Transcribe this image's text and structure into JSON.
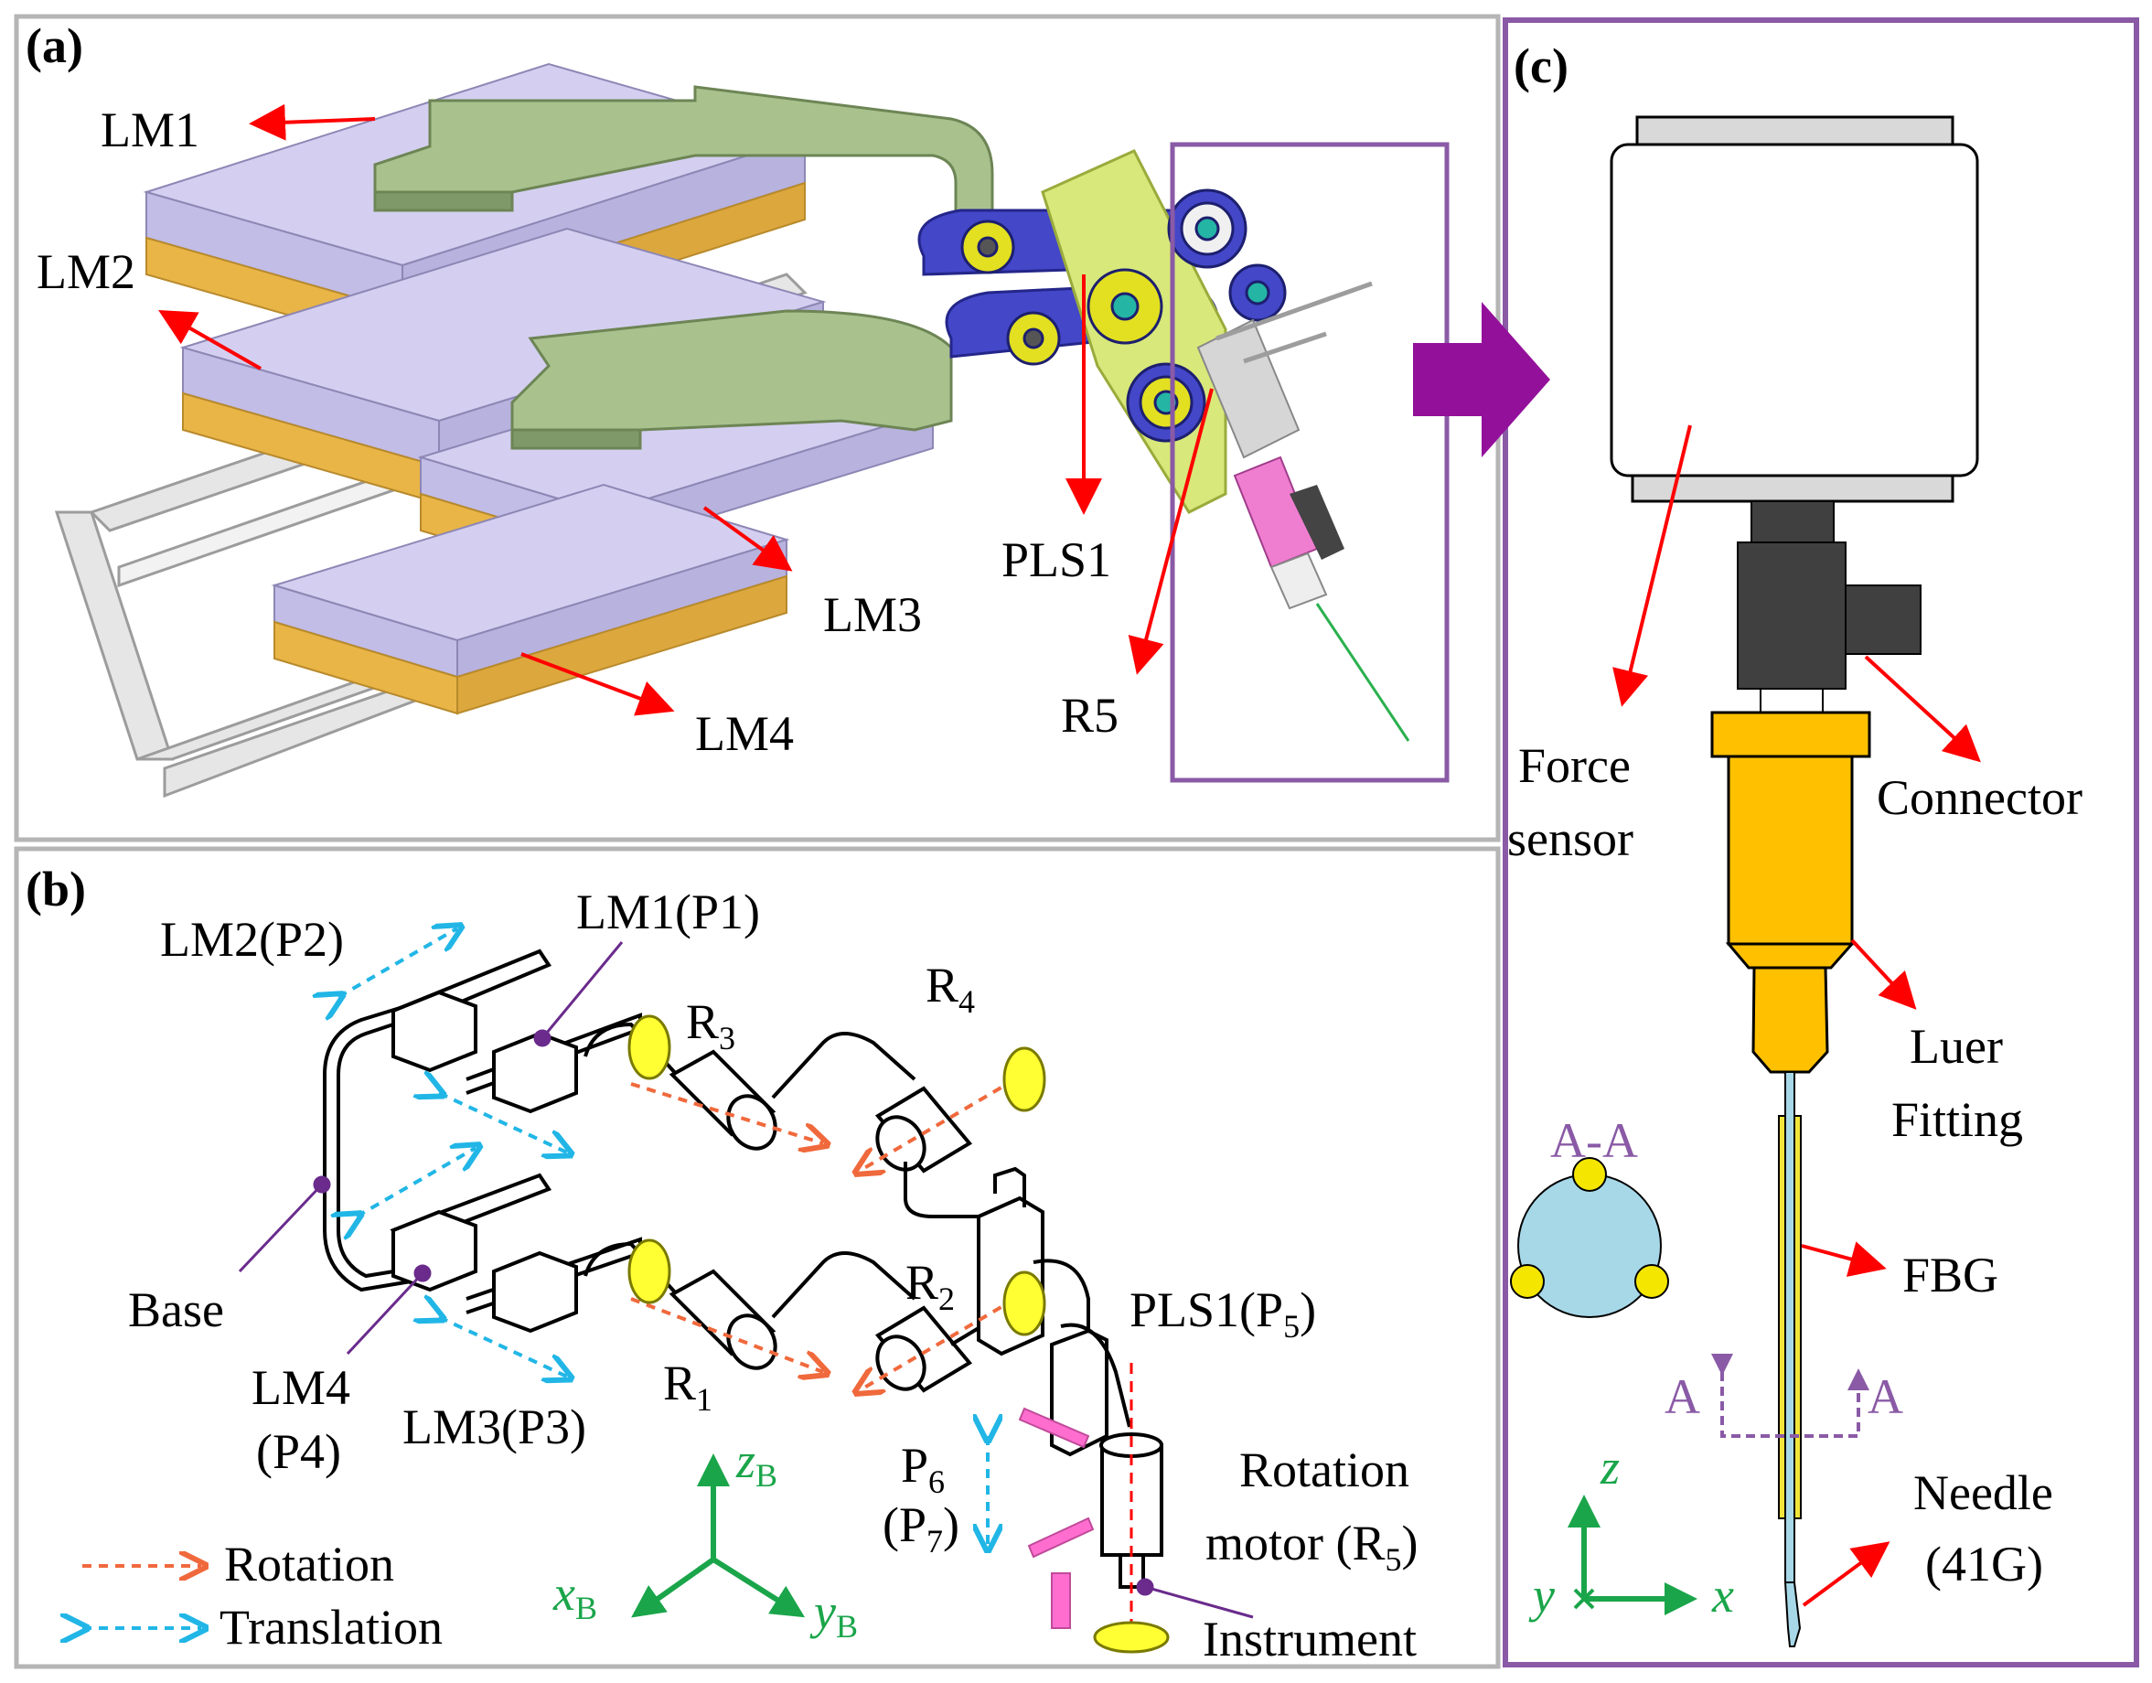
{
  "panels": {
    "a": "(a)",
    "b": "(b)",
    "c": "(c)"
  },
  "panel_a": {
    "labels": [
      "LM1",
      "LM2",
      "LM3",
      "LM4",
      "PLS1",
      "R5"
    ]
  },
  "panel_b": {
    "lm2": "LM2(P2)",
    "lm1": "LM1(P1)",
    "r3": "R",
    "r3_sub": "3",
    "r4": "R",
    "r4_sub": "4",
    "r2": "R",
    "r2_sub": "2",
    "r1": "R",
    "r1_sub": "1",
    "base": "Base",
    "lm4_a": "LM4",
    "lm4_b": "(P4)",
    "lm3": "LM3(P3)",
    "pls1": "PLS1(P",
    "pls1_sub": "5",
    "pls1_end": ")",
    "p6": "P",
    "p6_sub": "6",
    "p7_open": "(P",
    "p7_sub": "7",
    "p7_close": ")",
    "rot_motor_a": "Rotation",
    "rot_motor_b": "motor (R",
    "rot_motor_sub": "5",
    "rot_motor_end": ")",
    "instrument": "Instrument",
    "legend_rotation": "Rotation",
    "legend_translation": "Translation",
    "axis_z": "z",
    "axis_z_sub": "B",
    "axis_x": "x",
    "axis_x_sub": "B",
    "axis_y": "y",
    "axis_y_sub": "B"
  },
  "panel_c": {
    "force_sensor_a": "Force",
    "force_sensor_b": "sensor",
    "connector": "Connector",
    "luer_a": "Luer",
    "luer_b": "Fitting",
    "section": "A-A",
    "fbg": "FBG",
    "a_left": "A",
    "a_right": "A",
    "needle_a": "Needle",
    "needle_b": "(41G)",
    "axis_z": "z",
    "axis_y": "y",
    "axis_x": "x"
  },
  "colors": {
    "arrow_red": "#ff0000",
    "purple": "#8a5aa6",
    "teal_arrow": "#21b6e6",
    "orange_arrow": "#f0693c",
    "axis_green": "#1aa54a",
    "luer_yellow": "#ffc000",
    "fbg_yellow": "#f2e43a",
    "needle_blue": "#a7d8e8",
    "connector_gray": "#404040",
    "magenta_arrow": "#ff6ecf",
    "lavender": "#c9c3ea",
    "gold": "#e9b547",
    "green_link": "#93ad78",
    "blue_link": "#3c3fbe"
  }
}
